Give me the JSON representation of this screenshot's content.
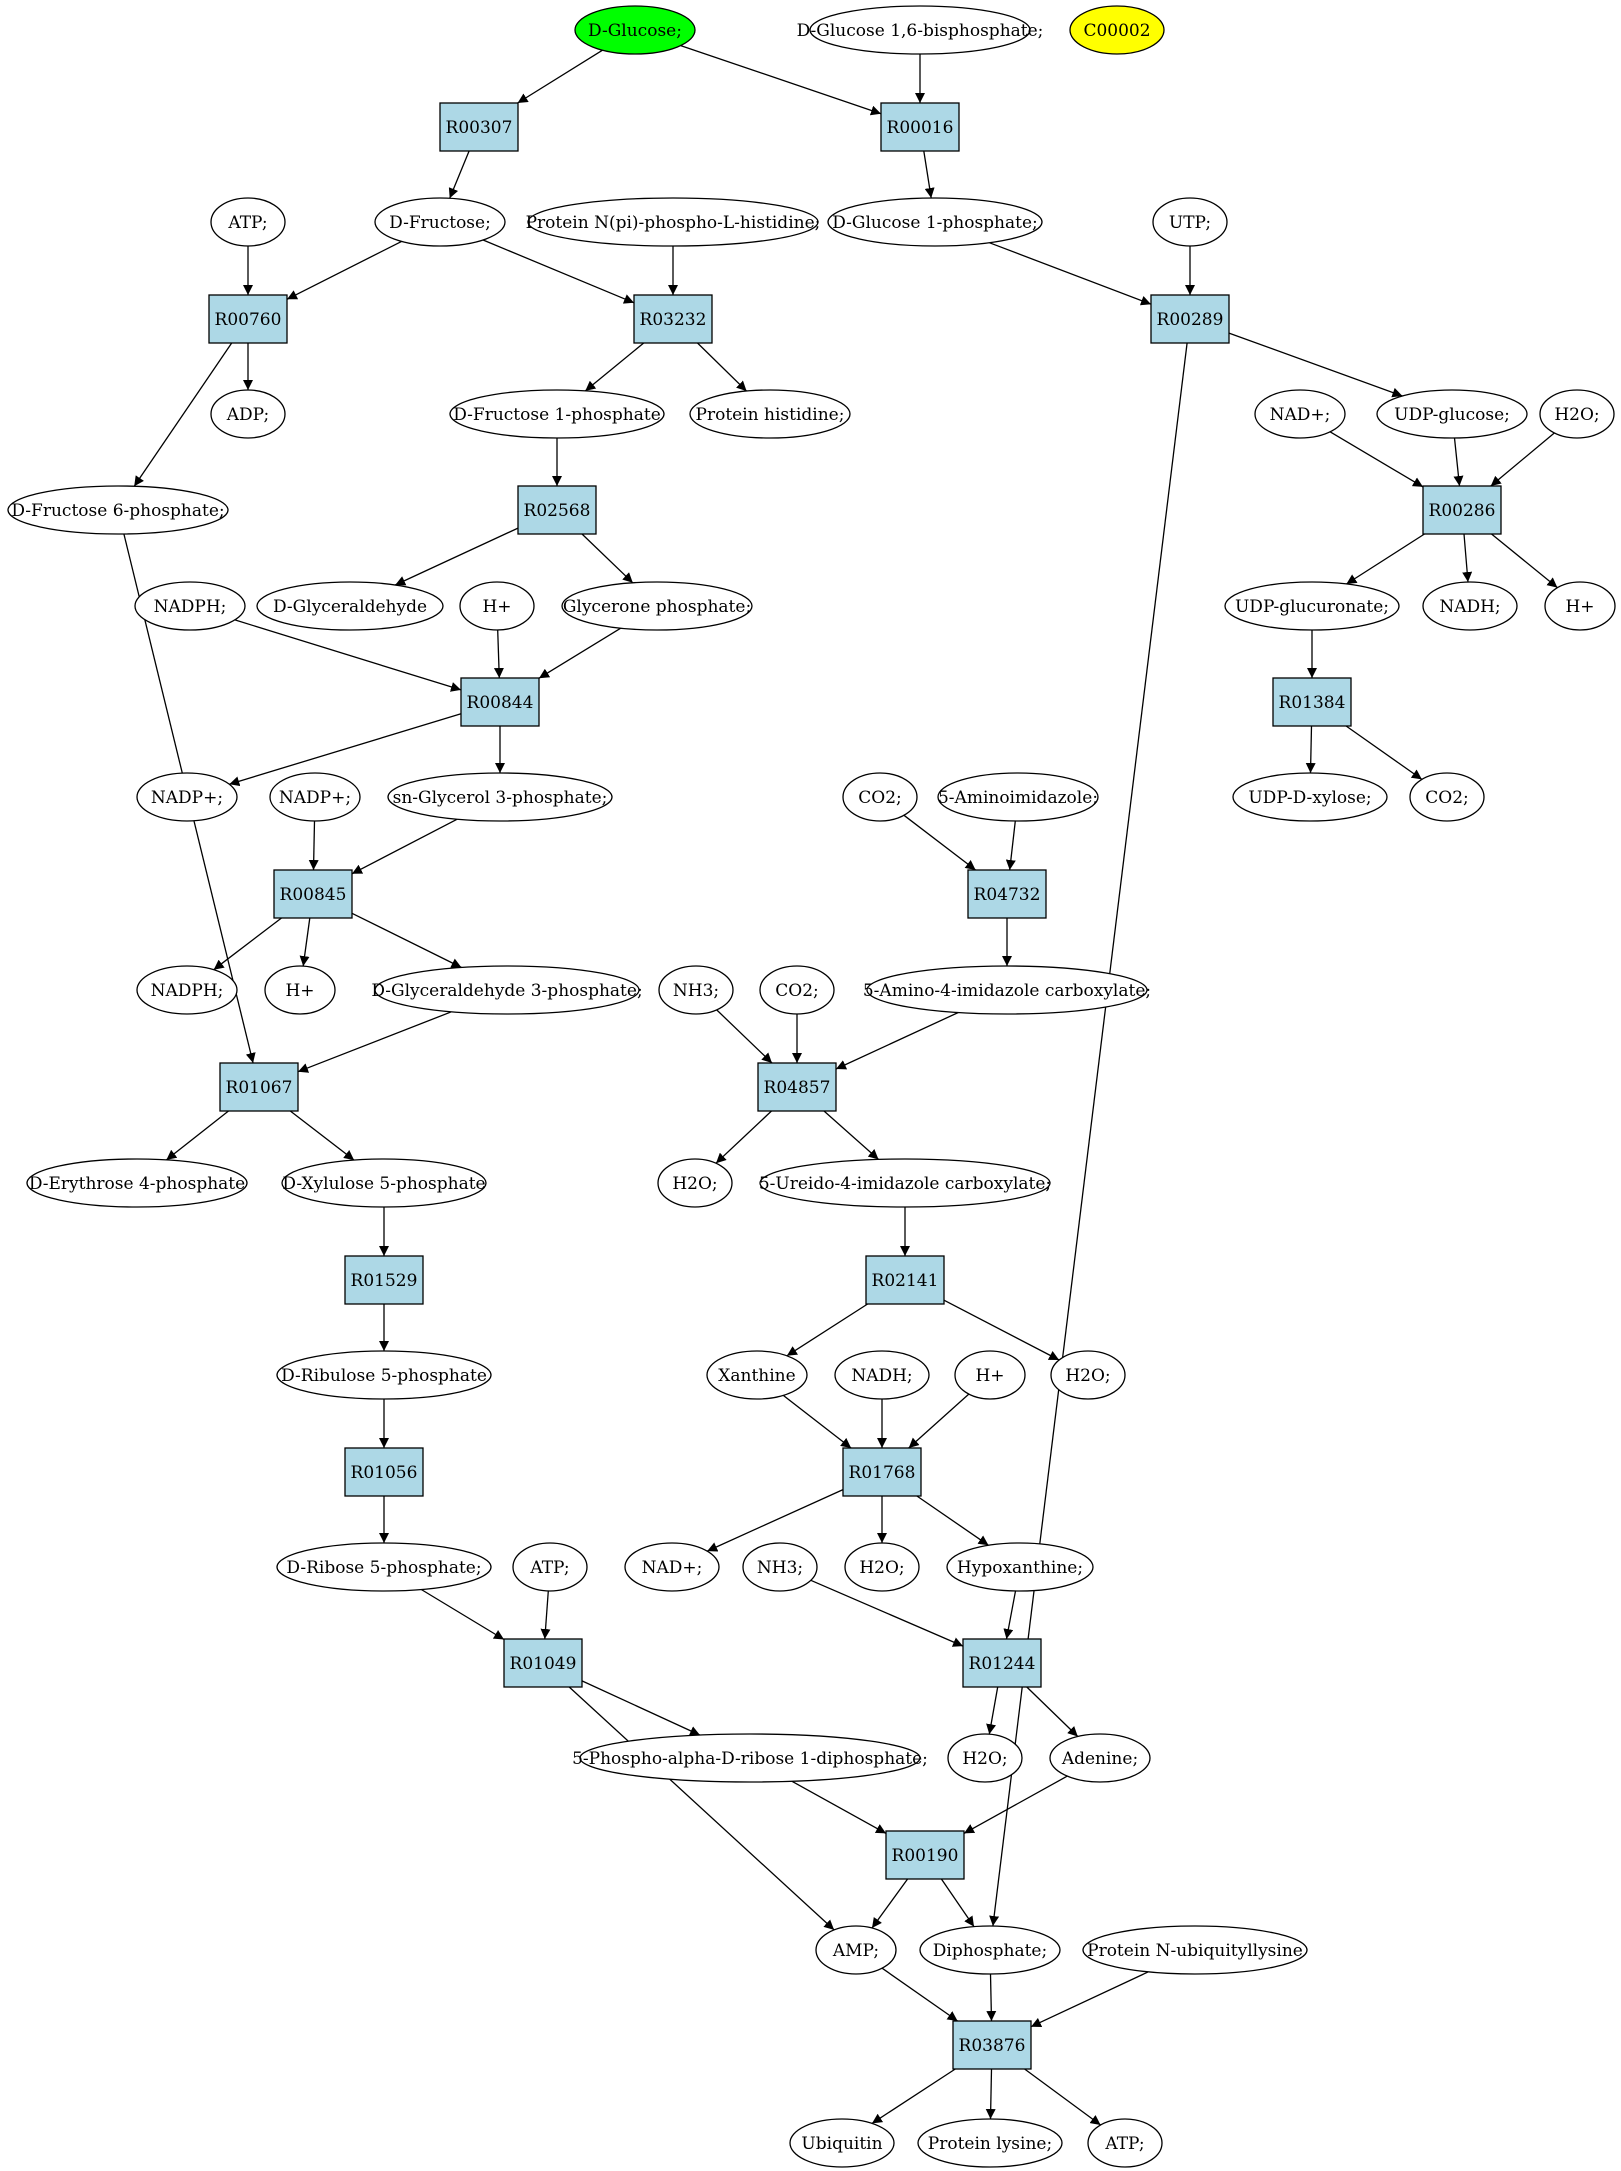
{
  "colors": {
    "reaction": "#add8e6",
    "start": "#00ff00",
    "reference": "#ffff00",
    "compound": "#ffffff",
    "edge": "#000000"
  },
  "nodes": [
    {
      "id": "c_glc",
      "kind": "compound",
      "label": "D-Glucose;",
      "style": "start"
    },
    {
      "id": "c_g16bp",
      "kind": "compound",
      "label": "D-Glucose 1,6-bisphosphate;"
    },
    {
      "id": "c_c00002",
      "kind": "compound",
      "label": "C00002",
      "style": "ref"
    },
    {
      "id": "r_R00307",
      "kind": "reaction",
      "label": "R00307"
    },
    {
      "id": "r_R00016",
      "kind": "reaction",
      "label": "R00016"
    },
    {
      "id": "c_atp1",
      "kind": "compound",
      "label": "ATP;"
    },
    {
      "id": "c_fru",
      "kind": "compound",
      "label": "D-Fructose;"
    },
    {
      "id": "c_protnp",
      "kind": "compound",
      "label": "Protein N(pi)-phospho-L-histidine;"
    },
    {
      "id": "c_g1p",
      "kind": "compound",
      "label": "D-Glucose 1-phosphate;"
    },
    {
      "id": "c_utp",
      "kind": "compound",
      "label": "UTP;"
    },
    {
      "id": "r_R00760",
      "kind": "reaction",
      "label": "R00760"
    },
    {
      "id": "r_R03232",
      "kind": "reaction",
      "label": "R03232"
    },
    {
      "id": "r_R00289",
      "kind": "reaction",
      "label": "R00289"
    },
    {
      "id": "c_adp",
      "kind": "compound",
      "label": "ADP;"
    },
    {
      "id": "c_f1p",
      "kind": "compound",
      "label": "D-Fructose 1-phosphate"
    },
    {
      "id": "c_prothis",
      "kind": "compound",
      "label": "Protein histidine;"
    },
    {
      "id": "c_nadp1",
      "kind": "compound",
      "label": "NAD+;"
    },
    {
      "id": "c_udpglc",
      "kind": "compound",
      "label": "UDP-glucose;"
    },
    {
      "id": "c_h2o1",
      "kind": "compound",
      "label": "H2O;"
    },
    {
      "id": "c_f6p",
      "kind": "compound",
      "label": "D-Fructose 6-phosphate;"
    },
    {
      "id": "r_R02568",
      "kind": "reaction",
      "label": "R02568"
    },
    {
      "id": "r_R00286",
      "kind": "reaction",
      "label": "R00286"
    },
    {
      "id": "c_nadph1",
      "kind": "compound",
      "label": "NADPH;"
    },
    {
      "id": "c_glyald",
      "kind": "compound",
      "label": "D-Glyceraldehyde"
    },
    {
      "id": "c_h1",
      "kind": "compound",
      "label": "H+"
    },
    {
      "id": "c_dhap",
      "kind": "compound",
      "label": "Glycerone phosphate;"
    },
    {
      "id": "c_udpglcua",
      "kind": "compound",
      "label": "UDP-glucuronate;"
    },
    {
      "id": "c_nadh1",
      "kind": "compound",
      "label": "NADH;"
    },
    {
      "id": "c_h2",
      "kind": "compound",
      "label": "H+"
    },
    {
      "id": "r_R00844",
      "kind": "reaction",
      "label": "R00844"
    },
    {
      "id": "r_R01384",
      "kind": "reaction",
      "label": "R01384"
    },
    {
      "id": "c_nadpplus1",
      "kind": "compound",
      "label": "NADP+;"
    },
    {
      "id": "c_nadpplus2",
      "kind": "compound",
      "label": "NADP+;"
    },
    {
      "id": "c_g3p",
      "kind": "compound",
      "label": "sn-Glycerol 3-phosphate;"
    },
    {
      "id": "c_co2a",
      "kind": "compound",
      "label": "CO2;"
    },
    {
      "id": "c_5ai",
      "kind": "compound",
      "label": "5-Aminoimidazole;"
    },
    {
      "id": "c_udpxyl",
      "kind": "compound",
      "label": "UDP-D-xylose;"
    },
    {
      "id": "c_co2b",
      "kind": "compound",
      "label": "CO2;"
    },
    {
      "id": "r_R00845",
      "kind": "reaction",
      "label": "R00845"
    },
    {
      "id": "r_R04732",
      "kind": "reaction",
      "label": "R04732"
    },
    {
      "id": "c_nadph2",
      "kind": "compound",
      "label": "NADPH;"
    },
    {
      "id": "c_h3",
      "kind": "compound",
      "label": "H+"
    },
    {
      "id": "c_gap",
      "kind": "compound",
      "label": "D-Glyceraldehyde 3-phosphate;"
    },
    {
      "id": "c_nh3a",
      "kind": "compound",
      "label": "NH3;"
    },
    {
      "id": "c_co2c",
      "kind": "compound",
      "label": "CO2;"
    },
    {
      "id": "c_5a4ic",
      "kind": "compound",
      "label": "5-Amino-4-imidazole carboxylate;"
    },
    {
      "id": "r_R01067",
      "kind": "reaction",
      "label": "R01067"
    },
    {
      "id": "r_R04857",
      "kind": "reaction",
      "label": "R04857"
    },
    {
      "id": "c_e4p",
      "kind": "compound",
      "label": "D-Erythrose 4-phosphate"
    },
    {
      "id": "c_x5p",
      "kind": "compound",
      "label": "D-Xylulose 5-phosphate"
    },
    {
      "id": "c_h2o2",
      "kind": "compound",
      "label": "H2O;"
    },
    {
      "id": "c_5u4ic",
      "kind": "compound",
      "label": "5-Ureido-4-imidazole carboxylate;"
    },
    {
      "id": "r_R01529",
      "kind": "reaction",
      "label": "R01529"
    },
    {
      "id": "r_R02141",
      "kind": "reaction",
      "label": "R02141"
    },
    {
      "id": "c_ru5p",
      "kind": "compound",
      "label": "D-Ribulose 5-phosphate"
    },
    {
      "id": "c_xan",
      "kind": "compound",
      "label": "Xanthine"
    },
    {
      "id": "c_nadh2",
      "kind": "compound",
      "label": "NADH;"
    },
    {
      "id": "c_h4",
      "kind": "compound",
      "label": "H+"
    },
    {
      "id": "c_h2o3",
      "kind": "compound",
      "label": "H2O;"
    },
    {
      "id": "r_R01056",
      "kind": "reaction",
      "label": "R01056"
    },
    {
      "id": "r_R01768",
      "kind": "reaction",
      "label": "R01768"
    },
    {
      "id": "c_r5p",
      "kind": "compound",
      "label": "D-Ribose 5-phosphate;"
    },
    {
      "id": "c_atp2",
      "kind": "compound",
      "label": "ATP;"
    },
    {
      "id": "c_nadplus",
      "kind": "compound",
      "label": "NAD+;"
    },
    {
      "id": "c_nh3b",
      "kind": "compound",
      "label": "NH3;"
    },
    {
      "id": "c_h2o4",
      "kind": "compound",
      "label": "H2O;"
    },
    {
      "id": "c_hyp",
      "kind": "compound",
      "label": "Hypoxanthine;"
    },
    {
      "id": "r_R01049",
      "kind": "reaction",
      "label": "R01049"
    },
    {
      "id": "r_R01244",
      "kind": "reaction",
      "label": "R01244"
    },
    {
      "id": "c_prpp",
      "kind": "compound",
      "label": "5-Phospho-alpha-D-ribose 1-diphosphate;"
    },
    {
      "id": "c_h2o5",
      "kind": "compound",
      "label": "H2O;"
    },
    {
      "id": "c_ade",
      "kind": "compound",
      "label": "Adenine;"
    },
    {
      "id": "r_R00190",
      "kind": "reaction",
      "label": "R00190"
    },
    {
      "id": "c_amp",
      "kind": "compound",
      "label": "AMP;"
    },
    {
      "id": "c_ppi",
      "kind": "compound",
      "label": "Diphosphate;"
    },
    {
      "id": "c_protubi",
      "kind": "compound",
      "label": "Protein N-ubiquityllysine"
    },
    {
      "id": "r_R03876",
      "kind": "reaction",
      "label": "R03876"
    },
    {
      "id": "c_ubq",
      "kind": "compound",
      "label": "Ubiquitin"
    },
    {
      "id": "c_protlys",
      "kind": "compound",
      "label": "Protein lysine;"
    },
    {
      "id": "c_atp3",
      "kind": "compound",
      "label": "ATP;"
    }
  ],
  "edges": [
    [
      "c_glc",
      "r_R00307"
    ],
    [
      "c_glc",
      "r_R00016"
    ],
    [
      "c_g16bp",
      "r_R00016"
    ],
    [
      "r_R00307",
      "c_fru"
    ],
    [
      "r_R00016",
      "c_g1p"
    ],
    [
      "c_atp1",
      "r_R00760"
    ],
    [
      "c_fru",
      "r_R00760"
    ],
    [
      "c_fru",
      "r_R03232"
    ],
    [
      "c_protnp",
      "r_R03232"
    ],
    [
      "c_g1p",
      "r_R00289"
    ],
    [
      "c_utp",
      "r_R00289"
    ],
    [
      "r_R00760",
      "c_adp"
    ],
    [
      "r_R00760",
      "c_f6p"
    ],
    [
      "r_R03232",
      "c_f1p"
    ],
    [
      "r_R03232",
      "c_prothis"
    ],
    [
      "r_R00289",
      "c_udpglc"
    ],
    [
      "r_R00289",
      "c_ppi"
    ],
    [
      "c_nadp1",
      "r_R00286"
    ],
    [
      "c_udpglc",
      "r_R00286"
    ],
    [
      "c_h2o1",
      "r_R00286"
    ],
    [
      "c_f1p",
      "r_R02568"
    ],
    [
      "r_R02568",
      "c_glyald"
    ],
    [
      "r_R02568",
      "c_dhap"
    ],
    [
      "r_R00286",
      "c_udpglcua"
    ],
    [
      "r_R00286",
      "c_nadh1"
    ],
    [
      "r_R00286",
      "c_h2"
    ],
    [
      "c_nadph1",
      "r_R00844"
    ],
    [
      "c_h1",
      "r_R00844"
    ],
    [
      "c_dhap",
      "r_R00844"
    ],
    [
      "c_udpglcua",
      "r_R01384"
    ],
    [
      "r_R00844",
      "c_nadpplus1"
    ],
    [
      "r_R00844",
      "c_g3p"
    ],
    [
      "r_R01384",
      "c_udpxyl"
    ],
    [
      "r_R01384",
      "c_co2b"
    ],
    [
      "c_nadpplus2",
      "r_R00845"
    ],
    [
      "c_g3p",
      "r_R00845"
    ],
    [
      "c_co2a",
      "r_R04732"
    ],
    [
      "c_5ai",
      "r_R04732"
    ],
    [
      "r_R00845",
      "c_nadph2"
    ],
    [
      "r_R00845",
      "c_h3"
    ],
    [
      "r_R00845",
      "c_gap"
    ],
    [
      "r_R04732",
      "c_5a4ic"
    ],
    [
      "c_f6p",
      "r_R01067"
    ],
    [
      "c_gap",
      "r_R01067"
    ],
    [
      "c_nh3a",
      "r_R04857"
    ],
    [
      "c_co2c",
      "r_R04857"
    ],
    [
      "c_5a4ic",
      "r_R04857"
    ],
    [
      "r_R01067",
      "c_e4p"
    ],
    [
      "r_R01067",
      "c_x5p"
    ],
    [
      "r_R04857",
      "c_h2o2"
    ],
    [
      "r_R04857",
      "c_5u4ic"
    ],
    [
      "c_x5p",
      "r_R01529"
    ],
    [
      "c_5u4ic",
      "r_R02141"
    ],
    [
      "r_R01529",
      "c_ru5p"
    ],
    [
      "r_R02141",
      "c_xan"
    ],
    [
      "r_R02141",
      "c_h2o3"
    ],
    [
      "c_ru5p",
      "r_R01056"
    ],
    [
      "c_xan",
      "r_R01768"
    ],
    [
      "c_nadh2",
      "r_R01768"
    ],
    [
      "c_h4",
      "r_R01768"
    ],
    [
      "r_R01056",
      "c_r5p"
    ],
    [
      "r_R01768",
      "c_nadplus"
    ],
    [
      "r_R01768",
      "c_h2o4"
    ],
    [
      "r_R01768",
      "c_hyp"
    ],
    [
      "c_r5p",
      "r_R01049"
    ],
    [
      "c_atp2",
      "r_R01049"
    ],
    [
      "c_nh3b",
      "r_R01244"
    ],
    [
      "c_hyp",
      "r_R01244"
    ],
    [
      "r_R01049",
      "c_prpp"
    ],
    [
      "r_R01049",
      "c_amp"
    ],
    [
      "r_R01244",
      "c_h2o5"
    ],
    [
      "r_R01244",
      "c_ade"
    ],
    [
      "c_prpp",
      "r_R00190"
    ],
    [
      "c_ade",
      "r_R00190"
    ],
    [
      "r_R00190",
      "c_amp"
    ],
    [
      "r_R00190",
      "c_ppi"
    ],
    [
      "c_amp",
      "r_R03876"
    ],
    [
      "c_ppi",
      "r_R03876"
    ],
    [
      "c_protubi",
      "r_R03876"
    ],
    [
      "r_R03876",
      "c_ubq"
    ],
    [
      "r_R03876",
      "c_protlys"
    ],
    [
      "r_R03876",
      "c_atp3"
    ]
  ]
}
